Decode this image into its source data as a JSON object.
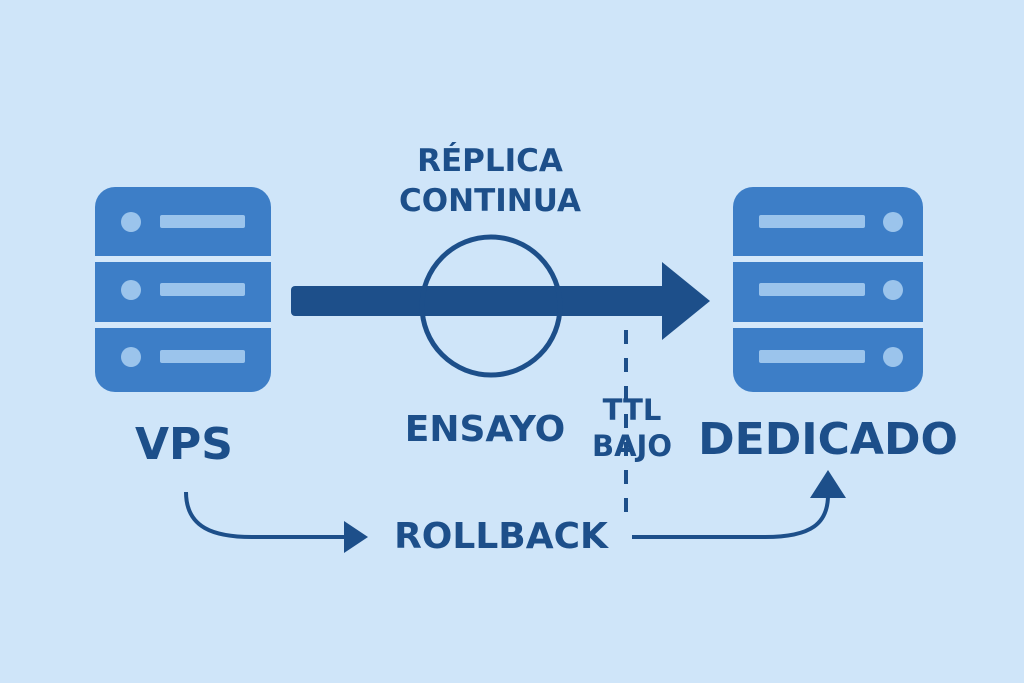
{
  "diagram": {
    "nodes": {
      "source": {
        "label": "VPS"
      },
      "target": {
        "label": "DEDICADO"
      }
    },
    "labels": {
      "replication_line1": "RÉPLICA",
      "replication_line2": "CONTINUA",
      "rehearsal": "ENSAYO",
      "ttl_line1": "TTL",
      "ttl_line2": "BAJO",
      "rollback": "ROLLBACK"
    },
    "colors": {
      "background": "#cfe5f9",
      "server_body": "#3d7ec7",
      "server_divider": "#d5e8fa",
      "server_bar": "#9bc4ec",
      "arrow": "#1d4f8a",
      "text": "#1d4f8a"
    }
  }
}
